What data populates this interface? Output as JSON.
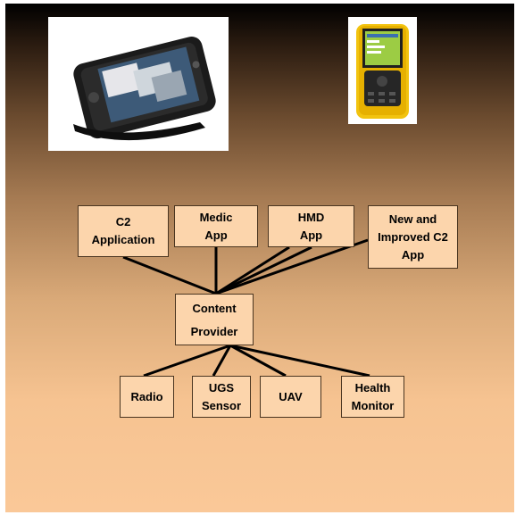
{
  "images": {
    "umpc": "ultra-mobile PC device photo",
    "handheld": "rugged yellow handheld PDA photo"
  },
  "diagram": {
    "top_row": [
      {
        "id": "c2",
        "label": "C2\nApplication"
      },
      {
        "id": "medic",
        "label": "Medic\nApp"
      },
      {
        "id": "hmd",
        "label": "HMD\nApp"
      },
      {
        "id": "new-c2",
        "label": "New and\nImproved C2\nApp"
      }
    ],
    "hub": {
      "label": "Content\n\nProvider"
    },
    "bottom_row": [
      {
        "id": "radio",
        "label": "Radio"
      },
      {
        "id": "ugs",
        "label": "UGS\nSensor"
      },
      {
        "id": "uav",
        "label": "UAV"
      },
      {
        "id": "health",
        "label": "Health\nMonitor"
      }
    ],
    "colors": {
      "node_fill": "#fcd5ac",
      "node_border": "#4a3520",
      "line": "#000000"
    }
  }
}
